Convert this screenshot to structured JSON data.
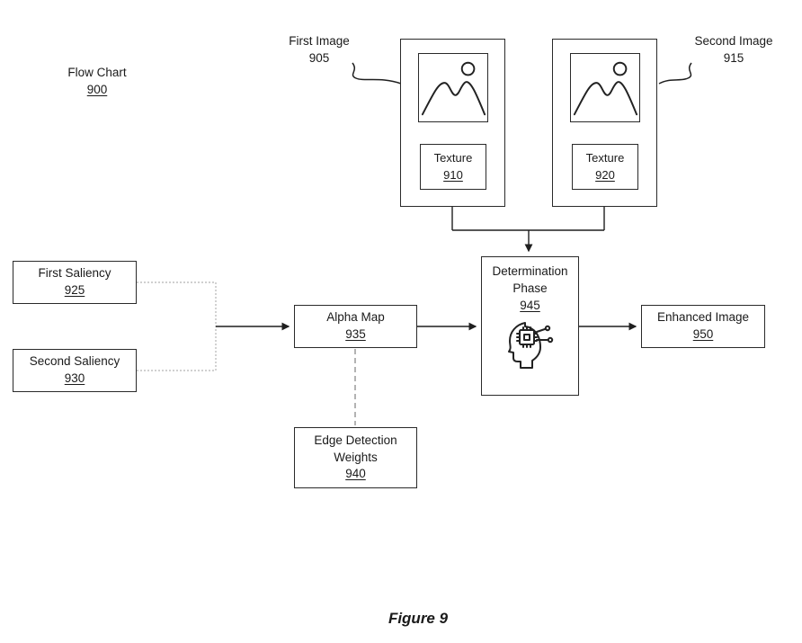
{
  "figure": {
    "caption": "Figure 9",
    "title": "Flow Chart",
    "title_ref": "900"
  },
  "labels": {
    "first_image": {
      "text": "First Image",
      "ref": "905"
    },
    "second_image": {
      "text": "Second Image",
      "ref": "915"
    }
  },
  "nodes": {
    "texture_first": {
      "label": "Texture",
      "ref": "910"
    },
    "texture_second": {
      "label": "Texture",
      "ref": "920"
    },
    "first_saliency": {
      "label": "First Saliency",
      "ref": "925"
    },
    "second_saliency": {
      "label": "Second Saliency",
      "ref": "930"
    },
    "alpha_map": {
      "label": "Alpha Map",
      "ref": "935"
    },
    "edge_detection_weights": {
      "line1": "Edge Detection",
      "line2": "Weights",
      "ref": "940"
    },
    "determination_phase": {
      "line1": "Determination",
      "line2": "Phase",
      "ref": "945"
    },
    "enhanced_image": {
      "label": "Enhanced Image",
      "ref": "950"
    }
  },
  "icons": {
    "photo": "photo-mountain-icon",
    "ai_head": "ai-head-chip-icon"
  },
  "colors": {
    "line": "#1f1f1f",
    "muted_line": "#b5b5b5",
    "dashed_line": "#8a8a8a"
  }
}
